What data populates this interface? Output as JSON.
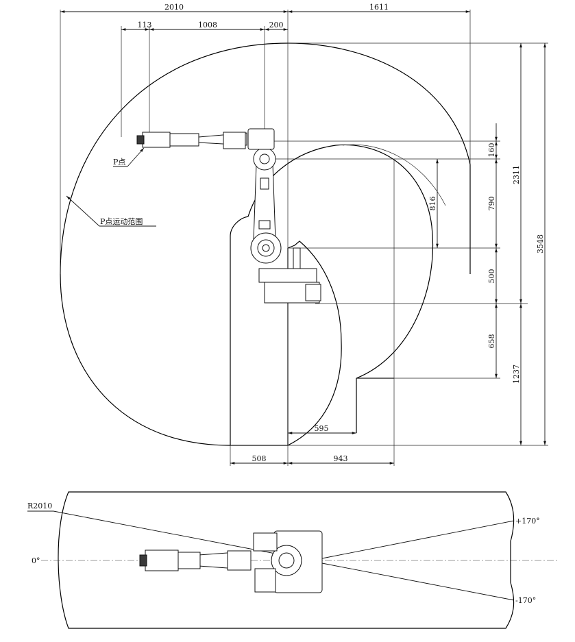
{
  "side_view": {
    "dimensions": {
      "top_left": "2010",
      "top_right": "1611",
      "wrist_offset": "113",
      "upper_arm": "1008",
      "elbow_offset": "200",
      "right_160": "160",
      "right_790": "790",
      "right_500": "500",
      "right_658": "658",
      "far_2311": "2311",
      "far_1237": "1237",
      "far_3548": "3548",
      "inner_816": "816",
      "bottom_595": "595",
      "bottom_508": "508",
      "bottom_943": "943"
    },
    "labels": {
      "p_point": "P点",
      "p_range": "P点运动范围"
    }
  },
  "top_view": {
    "labels": {
      "radius": "R2010",
      "zero_angle": "0°",
      "plus_angle": "+170°",
      "minus_angle": "-170°"
    }
  }
}
